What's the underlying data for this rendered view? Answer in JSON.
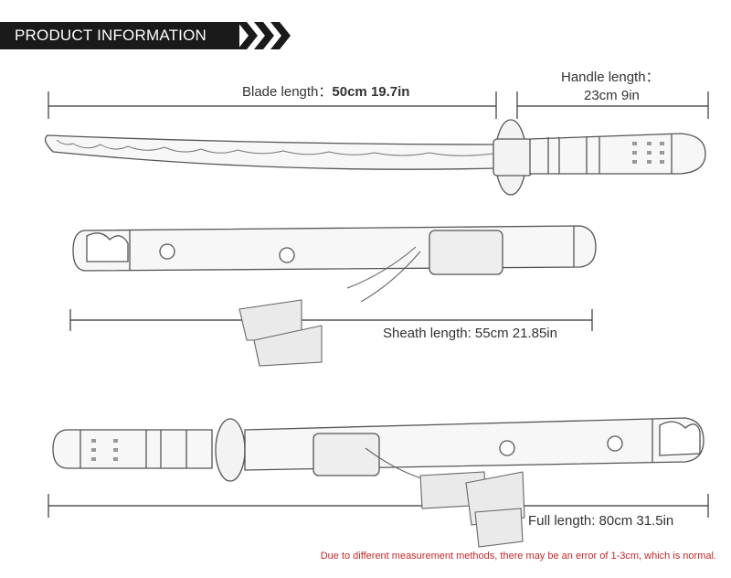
{
  "header": {
    "title": "PRODUCT INFORMATION"
  },
  "measurements": {
    "blade": {
      "label": "Blade length：",
      "value": "50cm 19.7in"
    },
    "handle": {
      "label": "Handle length：",
      "value": "23cm 9in"
    },
    "sheath": {
      "label": "Sheath length: 55cm 21.85in"
    },
    "full": {
      "label": "Full length: 80cm  31.5in"
    }
  },
  "note": "Due to different measurement methods, there may be an error of 1-3cm, which is normal.",
  "colors": {
    "header_bg": "#1a1a1a",
    "note_text": "#c62828",
    "line": "#333333"
  }
}
